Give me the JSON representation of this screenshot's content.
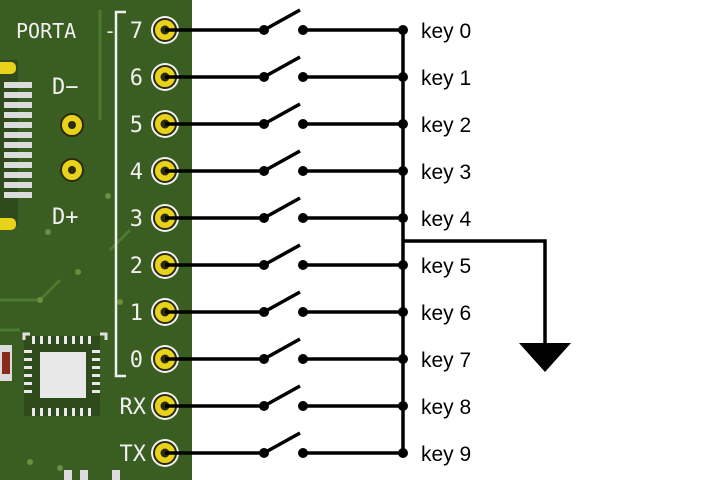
{
  "board": {
    "port_label": "PORTA",
    "usb_labels": [
      "D−",
      "D+"
    ],
    "pins": [
      {
        "label": "7",
        "key": "key 0"
      },
      {
        "label": "6",
        "key": "key 1"
      },
      {
        "label": "5",
        "key": "key 2"
      },
      {
        "label": "4",
        "key": "key 3"
      },
      {
        "label": "3",
        "key": "key 4"
      },
      {
        "label": "2",
        "key": "key 5"
      },
      {
        "label": "1",
        "key": "key 6"
      },
      {
        "label": "0",
        "key": "key 7"
      },
      {
        "label": "RX",
        "key": "key 8"
      },
      {
        "label": "TX",
        "key": "key 9"
      }
    ]
  },
  "colors": {
    "board": "#3a5d22",
    "silkscreen": "#f0f0f0",
    "pad": "#e8d21a",
    "wire": "#000000"
  },
  "symbols": [
    "ground-icon",
    "switch-icon"
  ]
}
